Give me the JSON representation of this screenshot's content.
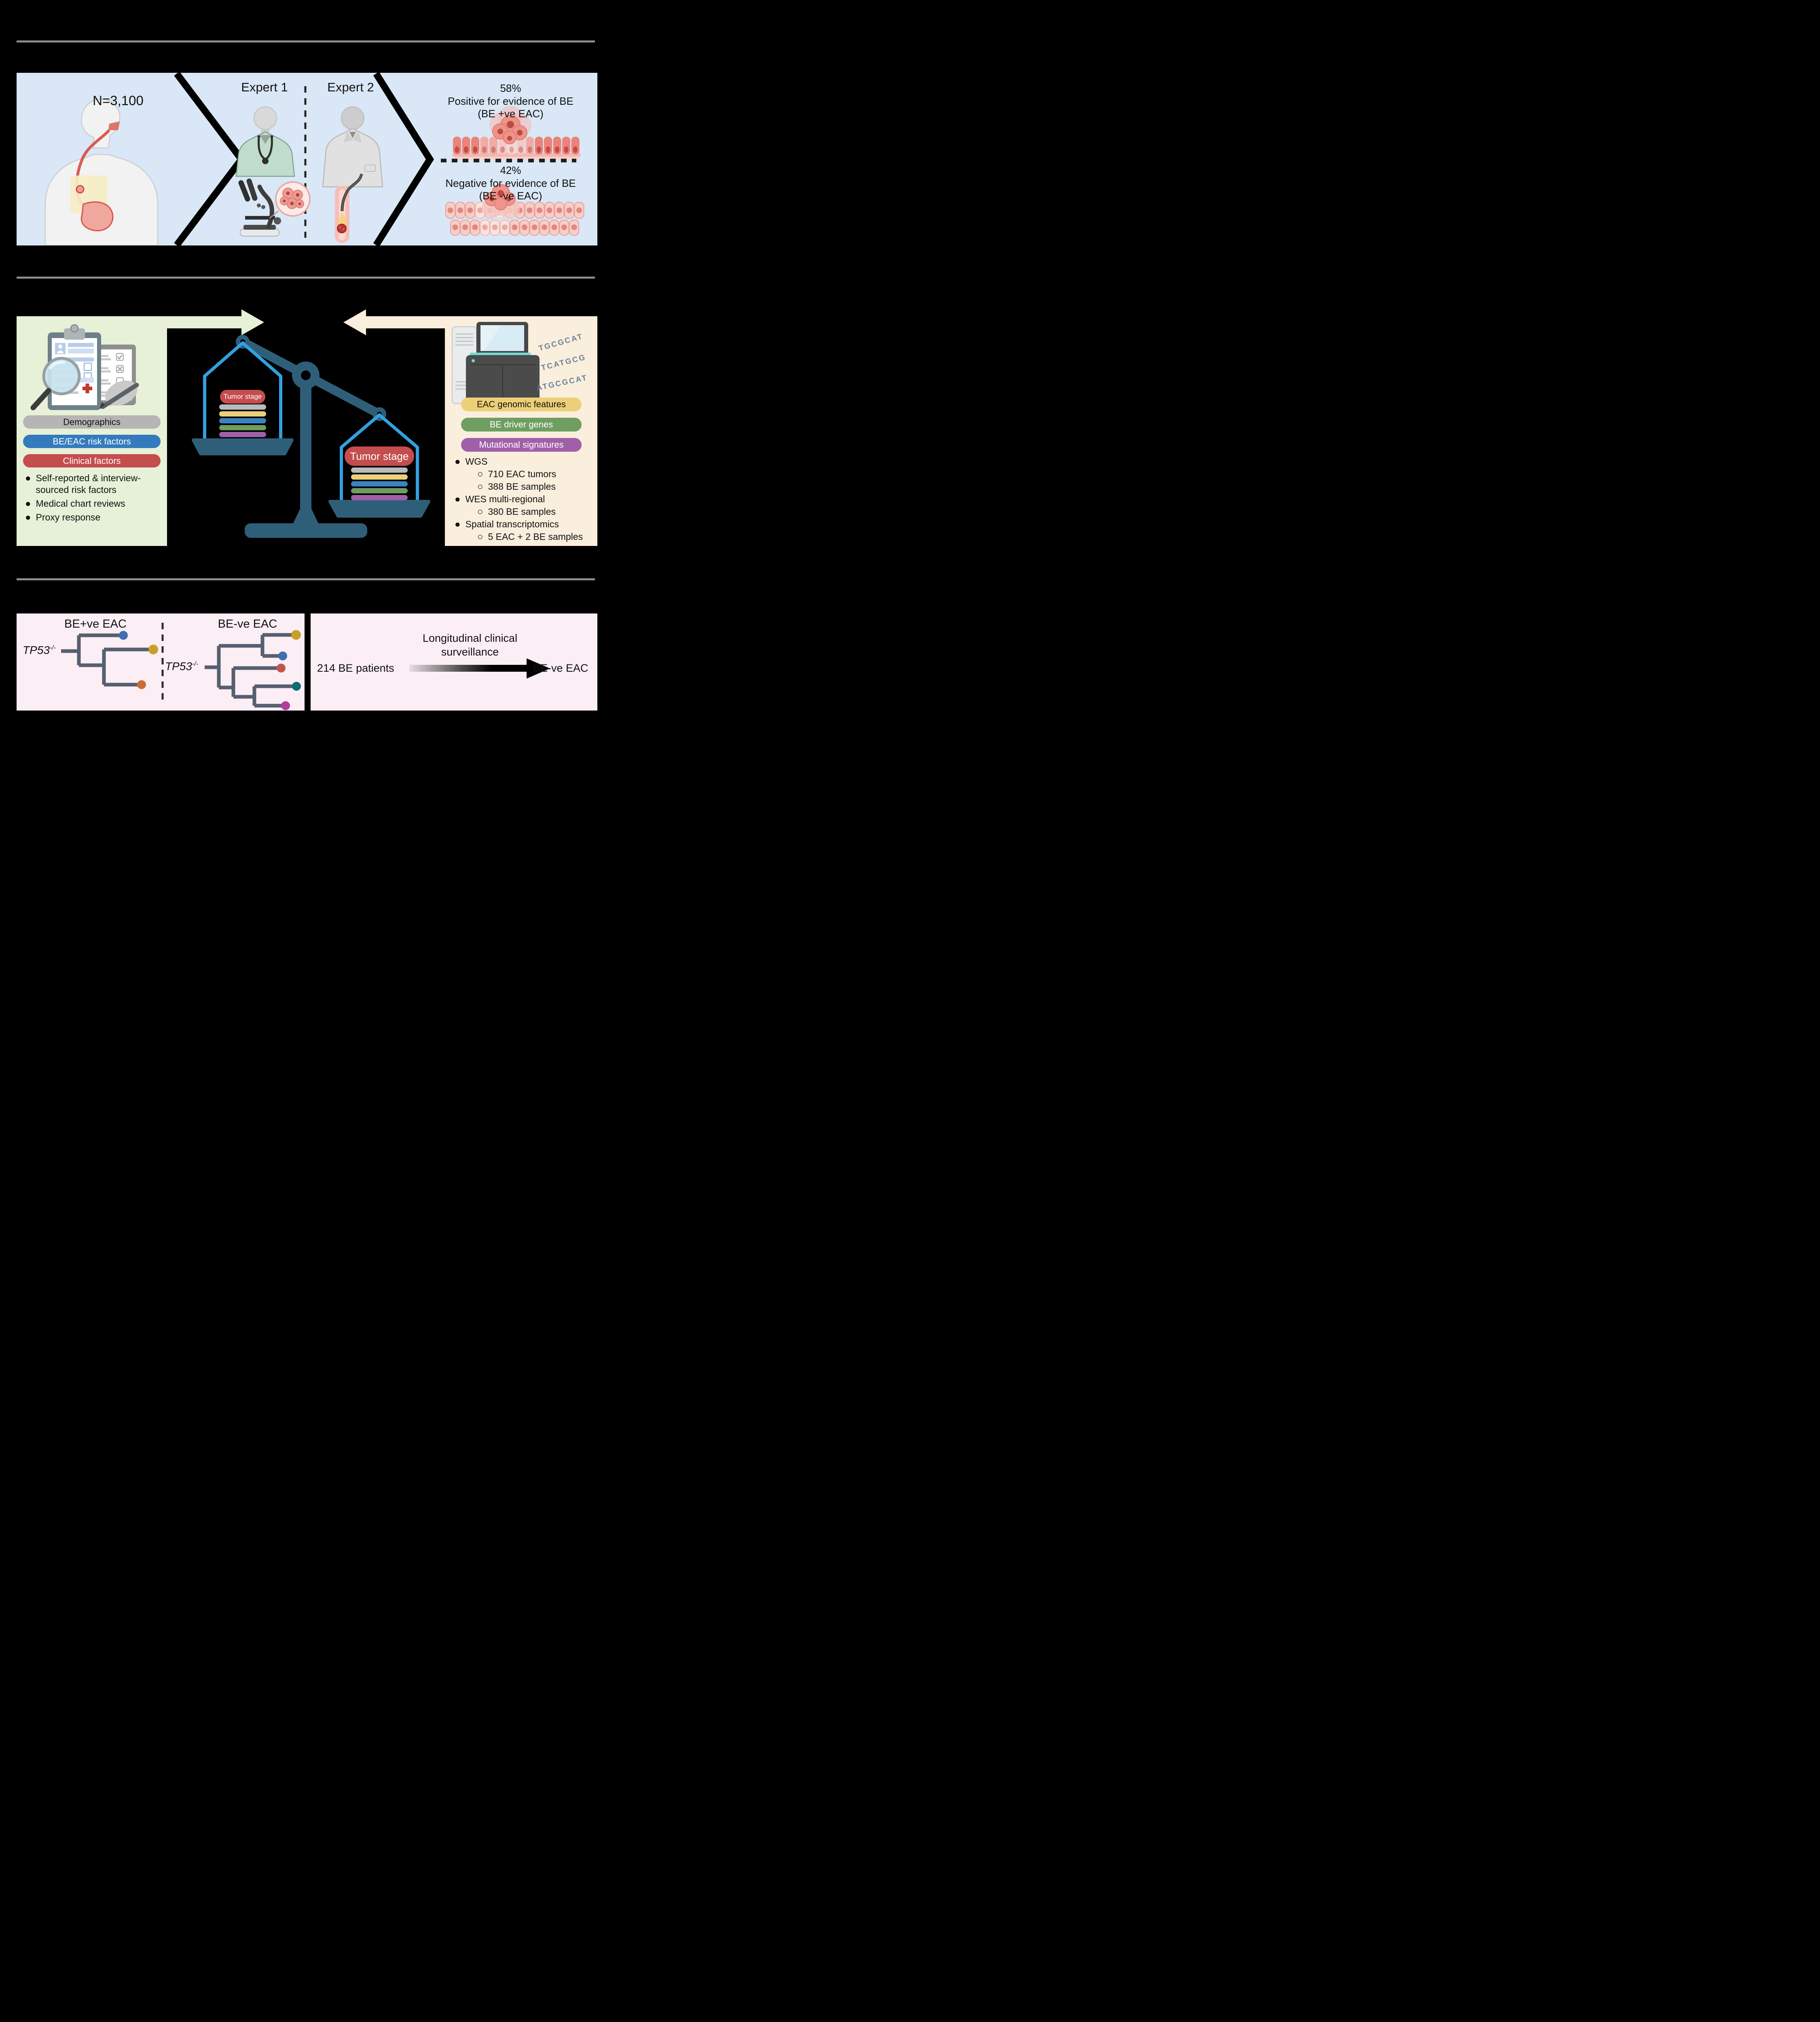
{
  "screening": {
    "cohort": "N=3,100",
    "expert1": "Expert 1",
    "expert2": "Expert 2",
    "positive_pct": "58%",
    "positive_line1": "Positive for evidence of BE",
    "positive_line2": "(BE +ve EAC)",
    "negative_pct": "42%",
    "negative_line1": "Negative for evidence of BE",
    "negative_line2": "(BE -ve EAC)"
  },
  "clinical": {
    "pill_demographics": "Demographics",
    "pill_risk": "BE/EAC risk factors",
    "pill_clinical": "Clinical factors",
    "bullet1": "Self-reported & interview-sourced risk factors",
    "bullet2": "Medical chart reviews",
    "bullet3": "Proxy response"
  },
  "balance": {
    "left_label": "Tumor stage",
    "right_label": "Tumor stage"
  },
  "genomic": {
    "dna_line1": "TGCGCAT",
    "dna_line2": "TCATGCG",
    "dna_line3": "ATGCGCAT",
    "pill_features": "EAC genomic features",
    "pill_drivers": "BE driver genes",
    "pill_signatures": "Mutational signatures",
    "b1": "WGS",
    "b1_sub1": "710 EAC tumors",
    "b1_sub2": "388 BE samples",
    "b2": "WES multi-regional",
    "b2_sub1": "380 BE samples",
    "b3": "Spatial transcriptomics",
    "b3_sub1": "5 EAC + 2 BE samples"
  },
  "phylo": {
    "left_title": "BE+ve EAC",
    "right_title": "BE-ve EAC",
    "gene": "TP53",
    "gene_sup": "-/-"
  },
  "surveillance": {
    "patients": "214 BE patients",
    "label_line1": "Longitudinal clinical",
    "label_line2": "surveillance",
    "outcome": "BE-ve EAC"
  },
  "colors": {
    "panel_blue": "#d9e7f6",
    "box_green": "#e7f1d8",
    "box_cream": "#faeedd",
    "box_pink": "#fceef5",
    "pill_gray": "#b5b5b5",
    "pill_blue": "#337bbd",
    "pill_red": "#c44d4d",
    "pill_yellow": "#ecd078",
    "pill_green": "#6e9e60",
    "pill_purple": "#a060a8",
    "scale_teal": "#2f5f78",
    "hanger_blue": "#33a0e0",
    "tree_branch": "#565f6f"
  }
}
